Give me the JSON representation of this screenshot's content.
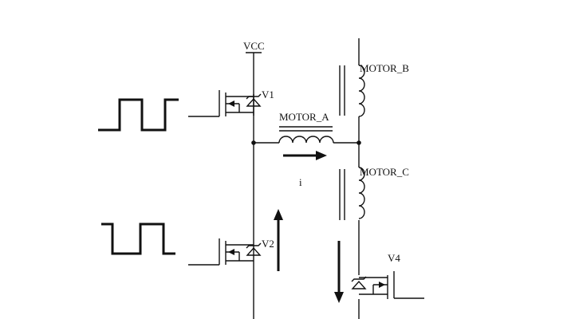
{
  "labels": {
    "vcc": "VCC",
    "v1": "V1",
    "v2": "V2",
    "v4": "V4",
    "motor_a": "MOTOR_A",
    "motor_b": "MOTOR_B",
    "motor_c": "MOTOR_C",
    "current": "i"
  },
  "components": {
    "transistors": [
      "V1",
      "V2",
      "V4"
    ],
    "windings": [
      "MOTOR_A",
      "MOTOR_B",
      "MOTOR_C"
    ],
    "pwm_signals": 2,
    "current_arrows": 3
  }
}
